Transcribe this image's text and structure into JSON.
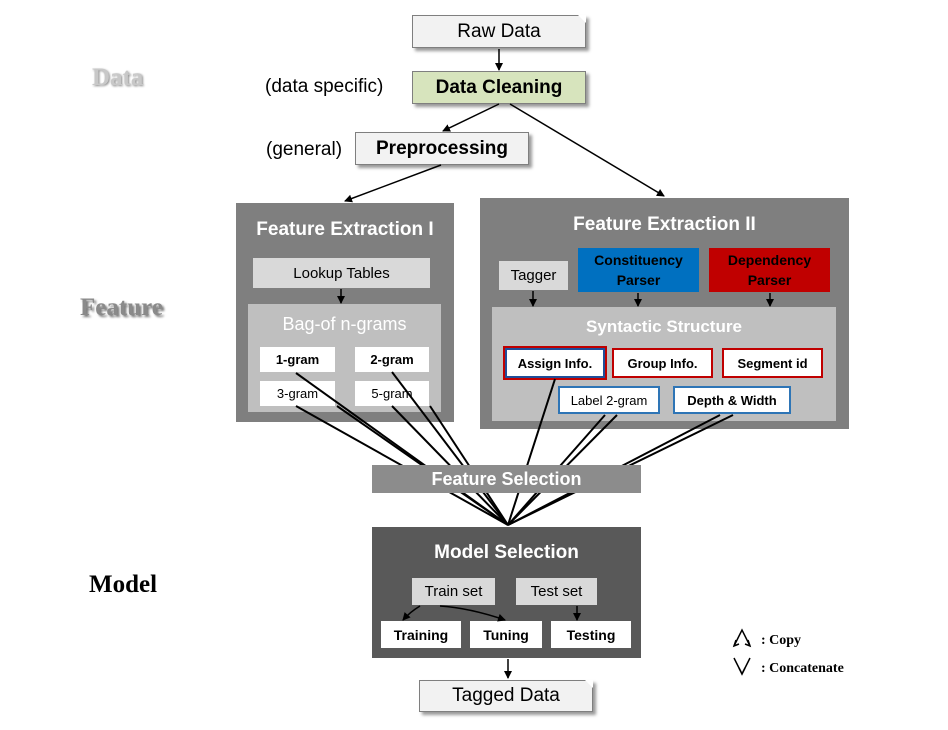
{
  "stages": {
    "data": "Data",
    "feature": "Feature",
    "model": "Model"
  },
  "notes": {
    "data_specific": "(data specific)",
    "general": "(general)"
  },
  "pipeline": {
    "raw_data": "Raw Data",
    "data_cleaning": "Data Cleaning",
    "preprocessing": "Preprocessing",
    "feature_selection": "Feature Selection",
    "tagged_data": "Tagged Data"
  },
  "feature_extraction_1": {
    "title": "Feature Extraction I",
    "lookup_tables": "Lookup Tables",
    "bag_title": "Bag-of n-grams",
    "grams": [
      "1-gram",
      "2-gram",
      "3-gram",
      "5-gram"
    ]
  },
  "feature_extraction_2": {
    "title": "Feature Extraction II",
    "tagger": "Tagger",
    "constituency_parser": "Constituency Parser",
    "dependency_parser": "Dependency Parser",
    "syntactic_structure": "Syntactic Structure",
    "assign_info": "Assign Info.",
    "group_info": "Group Info.",
    "segment_id": "Segment id",
    "label_2gram": "Label 2-gram",
    "depth_width": "Depth & Width"
  },
  "model_selection": {
    "title": "Model Selection",
    "train_set": "Train set",
    "test_set": "Test set",
    "training": "Training",
    "tuning": "Tuning",
    "testing": "Testing"
  },
  "legend": {
    "copy": ": Copy",
    "concatenate": ": Concatenate"
  },
  "colors": {
    "panel": "#7f7f7f",
    "green": "#d7e4bd",
    "blue": "#0070c0",
    "red": "#c00000",
    "model_panel": "#595959"
  }
}
